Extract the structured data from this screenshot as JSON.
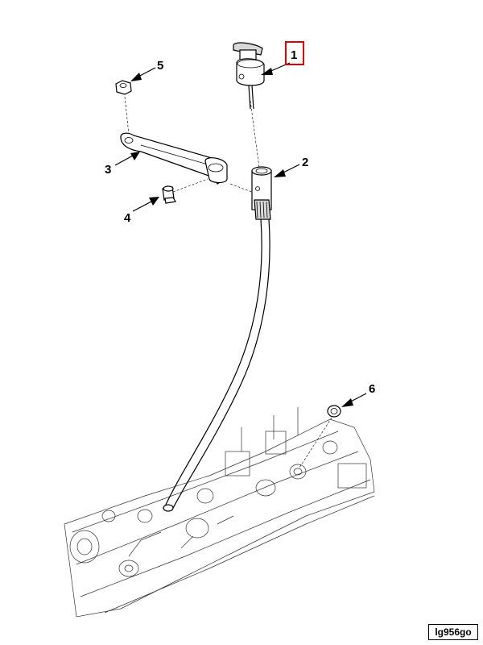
{
  "callouts": [
    {
      "number": "1",
      "highlighted": true
    },
    {
      "number": "2",
      "highlighted": false
    },
    {
      "number": "3",
      "highlighted": false
    },
    {
      "number": "4",
      "highlighted": false
    },
    {
      "number": "5",
      "highlighted": false
    },
    {
      "number": "6",
      "highlighted": false
    }
  ],
  "figure_id": "lg956go",
  "colors": {
    "line": "#000000",
    "highlight_box": "#e00000",
    "background": "#ffffff"
  }
}
